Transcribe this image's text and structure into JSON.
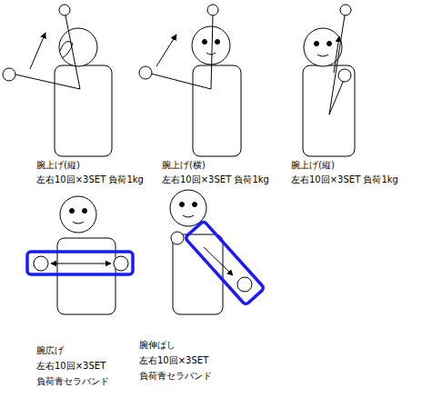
{
  "diagram": {
    "labels": [
      "腕上げ(縦)",
      "左右10回×3SET 負荷1kg",
      "腕上げ(横)",
      "左右10回×3SET 負荷1kg",
      "腕上げ(縦)",
      "左右10回×3SET 負荷1kg",
      "腕広げ",
      "左右10回×3SET",
      "負荷青セラバンド",
      "腕伸ばし",
      "左右10回×3SET",
      "負荷青セラバンド"
    ]
  }
}
